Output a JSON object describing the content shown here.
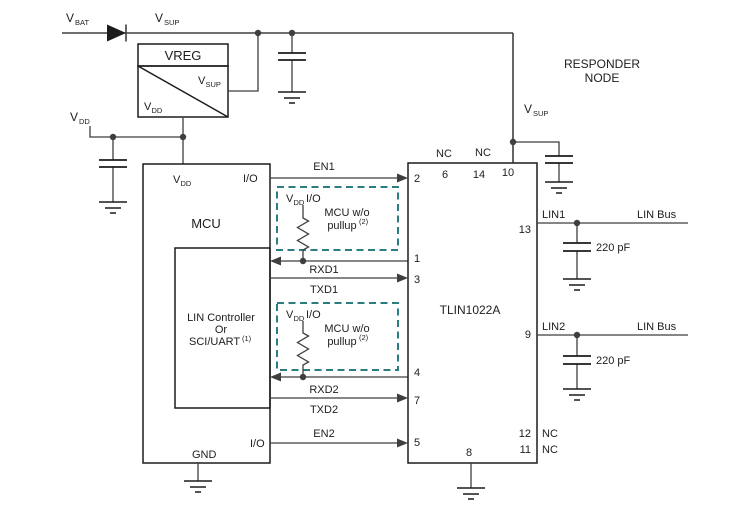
{
  "colors": {
    "background": "#ffffff",
    "wire": "#3f3f41",
    "component_stroke": "#1c1c1e",
    "text": "#202022",
    "dashed_note": "#2a7d80"
  },
  "power": {
    "vbat": {
      "base": "V",
      "sub": "BAT"
    },
    "vsup_rail": {
      "base": "V",
      "sub": "SUP"
    },
    "vdd_left": {
      "base": "V",
      "sub": "DD"
    },
    "vsup_node": {
      "base": "V",
      "sub": "SUP"
    }
  },
  "vreg": {
    "title": "VREG",
    "vsup_out": {
      "base": "V",
      "sub": "SUP"
    },
    "vdd_out": {
      "base": "V",
      "sub": "DD"
    }
  },
  "mcu": {
    "vdd_pin": {
      "base": "V",
      "sub": "DD"
    },
    "io_top_pin": "I/O",
    "title": "MCU",
    "inner_block": {
      "line1": "LIN Controller",
      "line2": "Or",
      "line3": "SCI/UART",
      "line3_sup": "(1)"
    },
    "io_bottom_pin": "I/O",
    "gnd_pin": "GND"
  },
  "pullup_note1": {
    "vdd": {
      "base": "V",
      "sub": "DD"
    },
    "io": "I/O",
    "line1": "MCU w/o",
    "line2": "pullup",
    "line2_sup": "(2)"
  },
  "pullup_note2": {
    "vdd": {
      "base": "V",
      "sub": "DD"
    },
    "io": "I/O",
    "line1": "MCU w/o",
    "line2": "pullup",
    "line2_sup": "(2)"
  },
  "signals": {
    "en1": "EN1",
    "rxd1": "RXD1",
    "txd1": "TXD1",
    "rxd2": "RXD2",
    "txd2": "TXD2",
    "en2": "EN2"
  },
  "transceiver": {
    "title": "TLIN1022A",
    "pins": {
      "p2": "2",
      "p6": "6",
      "p14": "14",
      "p10": "10",
      "p1": "1",
      "p3": "3",
      "p4": "4",
      "p7": "7",
      "p5": "5",
      "p13": "13",
      "p9": "9",
      "p12": "12",
      "p11": "11",
      "p8": "8"
    },
    "nc_top1": "NC",
    "nc_top2": "NC",
    "nc_right1": "NC",
    "nc_right2": "NC",
    "lin1_pin": "LIN1",
    "lin2_pin": "LIN2"
  },
  "bus": {
    "lin_bus1": "LIN Bus",
    "lin_bus2": "LIN Bus",
    "cap1": "220 pF",
    "cap2": "220 pF"
  },
  "node": {
    "line1": "RESPONDER",
    "line2": "NODE"
  }
}
